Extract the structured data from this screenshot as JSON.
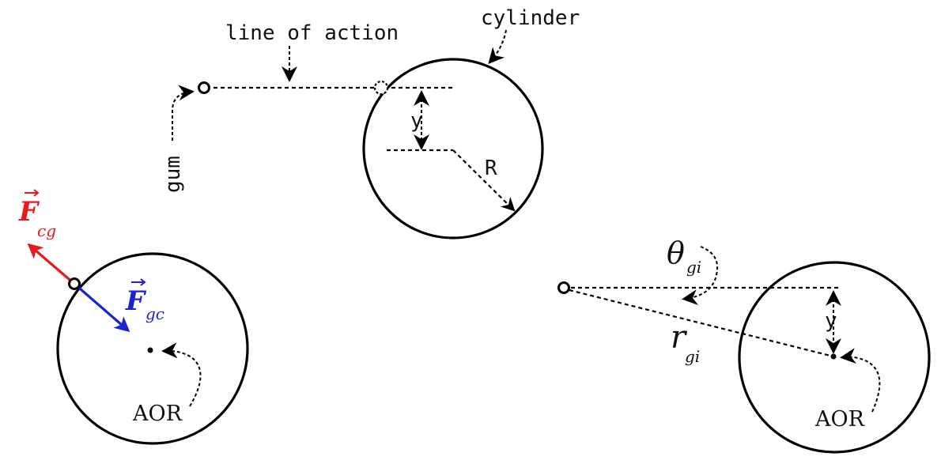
{
  "labels": {
    "line_of_action": "line of action",
    "cylinder": "cylinder",
    "gum": "gum",
    "y_top": "y",
    "radius": "R",
    "aor_left": "AOR",
    "aor_right": "AOR",
    "y_right": "y"
  },
  "forces": {
    "f_cg": {
      "symbol": "F",
      "subscript": "cg",
      "color": "#e8191b"
    },
    "f_gc": {
      "symbol": "F",
      "subscript": "gc",
      "color": "#1a22d6"
    }
  },
  "angle": {
    "symbol": "θ",
    "subscript": "gi"
  },
  "distance": {
    "symbol": "r",
    "subscript": "gi"
  },
  "colors": {
    "stroke": "#000000",
    "background": "#ffffff"
  }
}
